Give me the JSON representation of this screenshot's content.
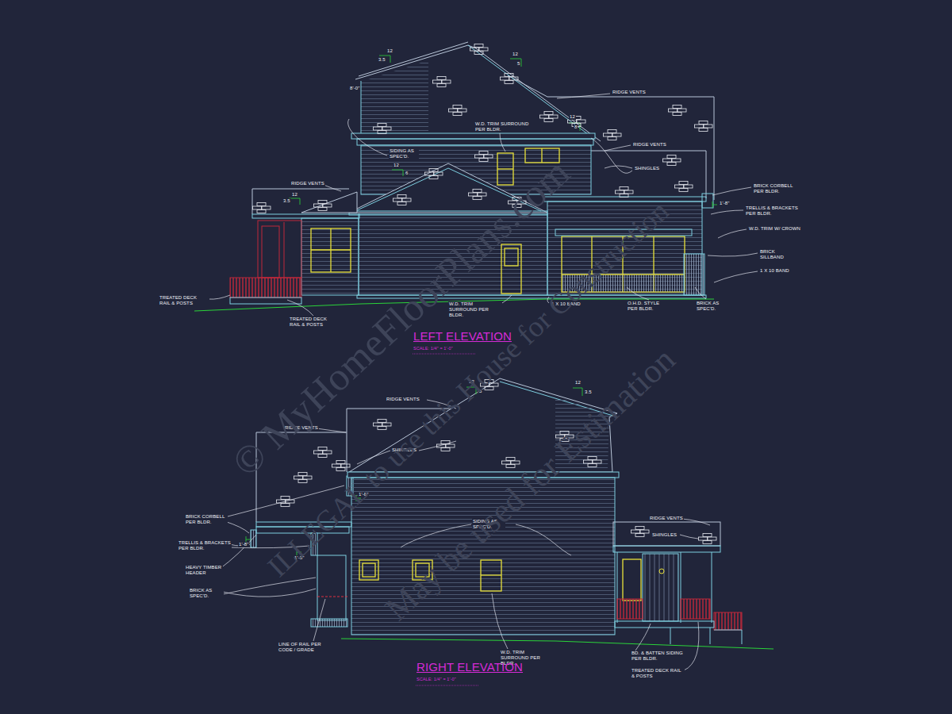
{
  "diagram": {
    "labels": [
      "12",
      "3.5",
      "12",
      "5",
      "8'-0\"",
      "W.D. TRIM SURROUND PER BLDR.",
      "RIDGE VENTS",
      "12",
      "8",
      "RIDGE VENTS",
      "SIDING AS SPEC'D.",
      "12",
      "6",
      "SHINGLES",
      "RIDGE VENTS",
      "3.5",
      "12",
      "BRICK CORBELL PER BLDR.",
      "1'-8\"",
      "TRELLIS & BRACKETS PER BLDR.",
      "W.D. TRIM W/ CROWN",
      "BRICK SILLBAND",
      "1 X 10 BAND",
      "TREATED DECK RAIL & POSTS",
      "W.D. TRIM SURROUND PER BLDR.",
      "1 X 10 BAND",
      "O.H.D. STYLE PER BLDR.",
      "BRICK AS SPEC'D.",
      "TREATED DECK RAIL & POSTS",
      "LEFT ELEVATION",
      "SCALE: 1/4\" = 1'-0\"",
      "RIDGE VENTS",
      "12",
      "5",
      "12",
      "3.5",
      "RIDGE VENTS",
      "SHINGLES",
      "SIDING AS SPEC'D.",
      "1'-8\"",
      "BRICK CORBELL PER BLDR.",
      "1'-8\"",
      "TRELLIS & BRACKETS PER BLDR.",
      "1'-8\"",
      "HEAVY TIMBER HEADER",
      "BRICK AS SPEC'D.",
      "RIDGE VENTS",
      "SHINGLES",
      "LINE OF RAIL PER CODE / GRADE",
      "W.D. TRIM SURROUND PER BLDR.",
      "BD. & BATTEN SIDING PER BLDR.",
      "TREATED DECK RAIL & POSTS",
      "RIGHT ELEVATION",
      "SCALE: 1/4\" = 1'-0\"",
      "© MyHomeFloorPlans.com",
      "ILLEGAL to use this House for Construction",
      "May be used for Estimation"
    ]
  }
}
